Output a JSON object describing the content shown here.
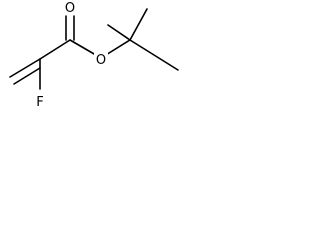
{
  "molecule": {
    "atoms": {
      "oxygen_carbonyl": "O",
      "oxygen_ester": "O",
      "fluorine": "F"
    }
  },
  "colors": {
    "background": "#ffffff",
    "bond": "#000000",
    "label": "#000000"
  }
}
